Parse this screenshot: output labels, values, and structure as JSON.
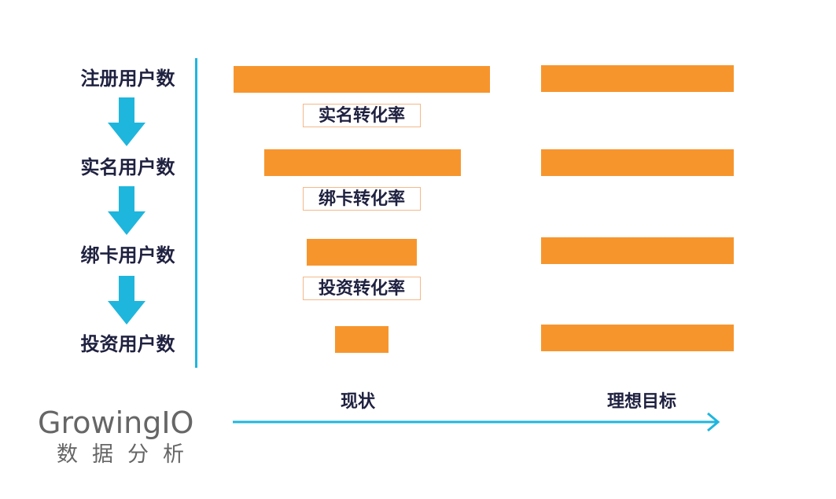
{
  "stages": [
    {
      "label": "注册用户数"
    },
    {
      "label": "实名用户数"
    },
    {
      "label": "绑卡用户数"
    },
    {
      "label": "投资用户数"
    }
  ],
  "conversion_rates": [
    {
      "label": "实名转化率"
    },
    {
      "label": "绑卡转化率"
    },
    {
      "label": "投资转化率"
    }
  ],
  "axis": {
    "current_label": "现状",
    "target_label": "理想目标"
  },
  "colors": {
    "bar": "#f7952d",
    "accent": "#1fb6dd",
    "text": "#1f2140",
    "rate_border": "#f5b88a",
    "logo": "#666666"
  },
  "logo": {
    "wordmark": "GrowingIO",
    "subtitle": "数据分析"
  },
  "icons": {
    "stage_arrow": "arrow-down-icon",
    "axis_arrow": "arrow-right-icon"
  }
}
